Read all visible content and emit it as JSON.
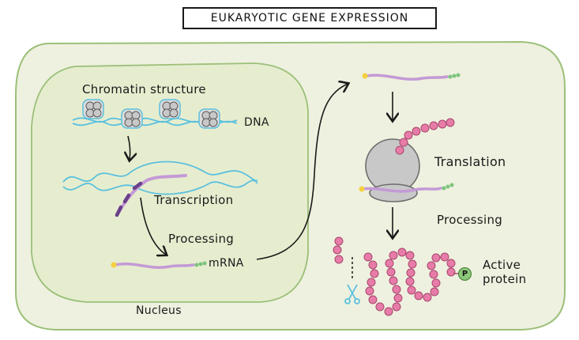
{
  "title": "EUKARYOTIC GENE EXPRESSION",
  "labels": {
    "chromatin": "Chromatin structure",
    "dna": "DNA",
    "transcription": "Transcription",
    "processing_nucleus": "Processing",
    "mrna": "mRNA",
    "nucleus": "Nucleus",
    "translation": "Translation",
    "processing_cytoplasm": "Processing",
    "active_protein_line1": "Active",
    "active_protein_line2": "protein",
    "phosphate": "P"
  },
  "colors": {
    "cell_fill": "#eef1df",
    "cell_stroke": "#9cc07a",
    "dna": "#5bc0de",
    "mrna": "#c49ad6",
    "mrna_dark": "#6a3f8a",
    "cap": "#f4d03f",
    "tail": "#7cc47c",
    "protein_bead": "#e87ca8",
    "ribosome": "#c8c8c8",
    "scissors": "#5bc0de",
    "phosphate": "#8bc87a"
  },
  "icons": [
    "nucleosome-icon",
    "ribosome-icon",
    "scissors-icon",
    "phosphate-icon"
  ]
}
